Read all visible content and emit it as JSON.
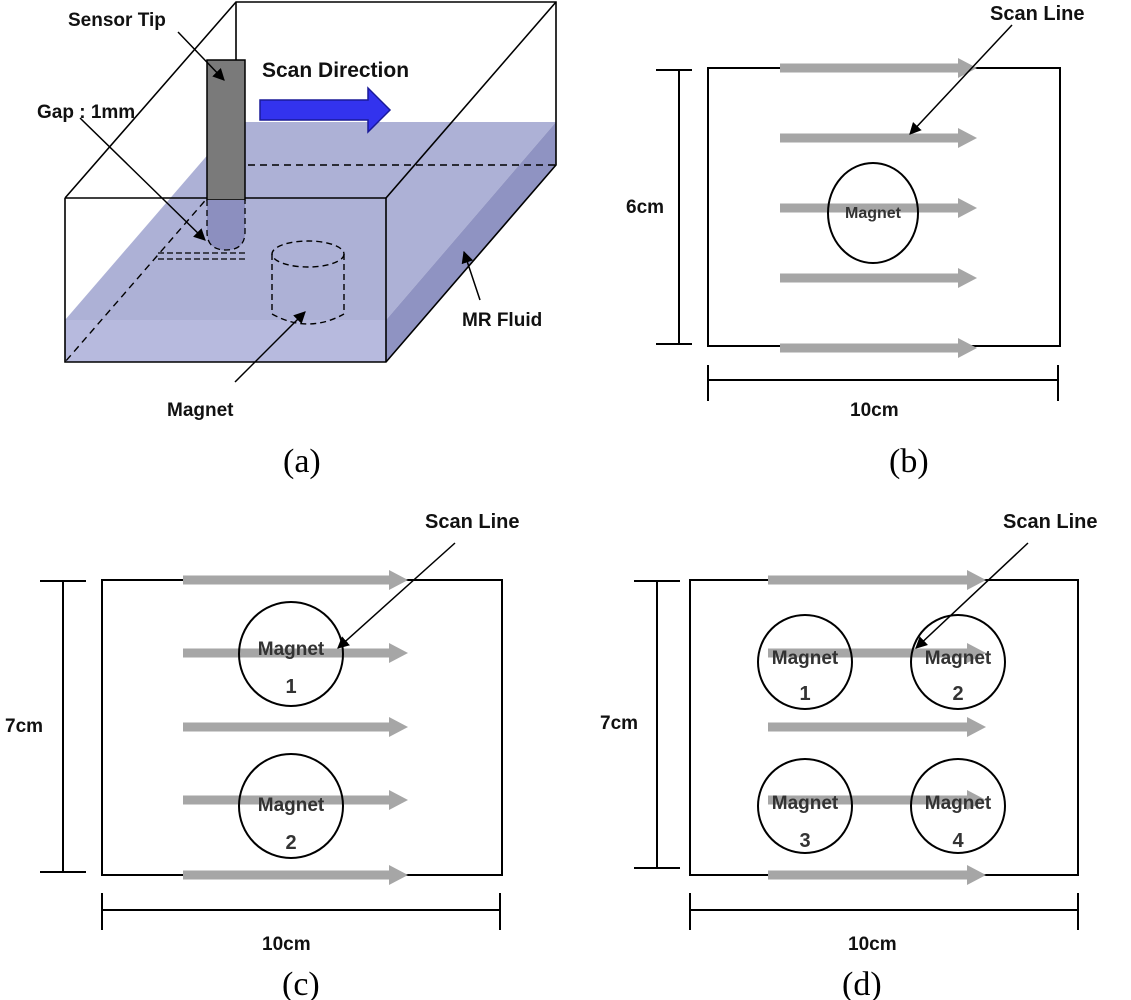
{
  "panel_a": {
    "sensor_tip": "Sensor Tip",
    "scan_direction": "Scan Direction",
    "gap": "Gap : 1mm",
    "mr_fluid": "MR Fluid",
    "magnet": "Magnet",
    "caption": "(a)"
  },
  "panel_b": {
    "scan_line": "Scan Line",
    "magnet": "Magnet",
    "height": "6cm",
    "width": "10cm",
    "caption": "(b)"
  },
  "panel_c": {
    "scan_line": "Scan Line",
    "magnet_1": {
      "label": "Magnet",
      "number": "1"
    },
    "magnet_2": {
      "label": "Magnet",
      "number": "2"
    },
    "height": "7cm",
    "width": "10cm",
    "caption": "(c)"
  },
  "panel_d": {
    "scan_line": "Scan Line",
    "magnet_1": {
      "label": "Magnet",
      "number": "1"
    },
    "magnet_2": {
      "label": "Magnet",
      "number": "2"
    },
    "magnet_3": {
      "label": "Magnet",
      "number": "3"
    },
    "magnet_4": {
      "label": "Magnet",
      "number": "4"
    },
    "height": "7cm",
    "width": "10cm",
    "caption": "(d)"
  },
  "colors": {
    "fluid": "#9fa3cf",
    "fluid_front": "#b7bade",
    "fluid_side": "#8f93c2",
    "sensor": "#7a7a7a",
    "scan_arrow": "#3333ee",
    "scan_line": "#a6a6a6"
  }
}
